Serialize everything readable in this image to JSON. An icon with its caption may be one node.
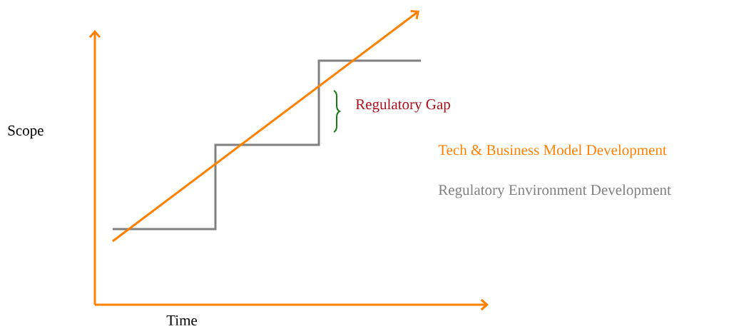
{
  "diagram": {
    "labels": [
      "Scope",
      "Time",
      "Regulatory Gap",
      "Tech & Business Model Development",
      "Regulatory Environment Development"
    ]
  }
}
